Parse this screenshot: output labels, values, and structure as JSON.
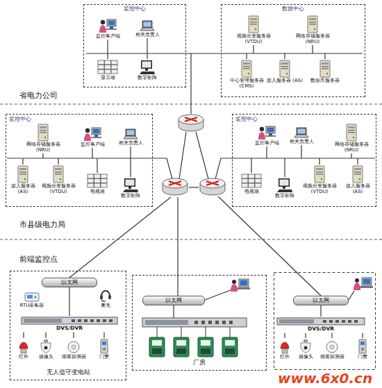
{
  "diagram": {
    "nodes": [
      {
        "text": [
          "监控中心"
        ]
      },
      {
        "text": [
          "监控客户端"
        ],
        "in": 0
      },
      {
        "text": [
          "相关负责人"
        ],
        "in": 0
      },
      {
        "text": [
          "显示墙"
        ],
        "in": 0
      },
      {
        "text": [
          "数字矩阵"
        ],
        "in": 0
      },
      {
        "text": [
          "数据中心"
        ]
      },
      {
        "text": [
          "视频分发服务器 (VTDU)"
        ],
        "in": 5
      },
      {
        "text": [
          "网络存储服务器 (NRU)"
        ],
        "in": 5
      },
      {
        "text": [
          "中心管理服务器 (CMS)"
        ],
        "in": 5
      },
      {
        "text": [
          "接入服务器 (AS)"
        ],
        "in": 5
      },
      {
        "text": [
          "数据库服务器"
        ],
        "in": 5
      },
      {
        "text": [
          "监控中心"
        ]
      },
      {
        "text": [
          "网络存储服务器 (NRU)"
        ],
        "in": 11
      },
      {
        "text": [
          "监控客户端"
        ],
        "in": 11
      },
      {
        "text": [
          "相关负责人"
        ],
        "in": 11
      },
      {
        "text": [
          "接入服务器 (AS)"
        ],
        "in": 11
      },
      {
        "text": [
          "视频分发服务器 (VTDU)"
        ],
        "in": 11
      },
      {
        "text": [
          "电视墙"
        ],
        "in": 11
      },
      {
        "text": [
          "数字矩阵"
        ],
        "in": 11
      },
      {
        "text": [
          "监控中心"
        ]
      },
      {
        "text": [
          "监控客户端"
        ],
        "in": 19
      },
      {
        "text": [
          "相关负责人"
        ],
        "in": 19
      },
      {
        "text": [
          "网络存储服务器 (NRU)"
        ],
        "in": 19
      },
      {
        "text": [
          "电视墙"
        ],
        "in": 19
      },
      {
        "text": [
          "数字矩阵"
        ],
        "in": 19
      },
      {
        "text": [
          "视频分发服务器 (VTDU)"
        ],
        "in": 19
      },
      {
        "text": [
          "接入服务器 (AS)"
        ],
        "in": 19
      },
      {
        "text": [
          "无人值守变电站"
        ]
      },
      {
        "text": [
          "以太网"
        ],
        "in": 27
      },
      {
        "text": [
          "RTU采集器"
        ],
        "in": 27
      },
      {
        "text": [
          "麦克"
        ],
        "in": 27
      },
      {
        "text": [
          "DVS/DVR"
        ],
        "in": 27
      },
      {
        "text": [
          "红外"
        ],
        "in": 27
      },
      {
        "text": [
          "摄像头"
        ],
        "in": 27
      },
      {
        "text": [
          "烟雾探测器"
        ],
        "in": 27
      },
      {
        "text": [
          "门禁"
        ],
        "in": 27
      },
      {
        "text": [
          "厂房"
        ]
      },
      {
        "text": [
          "以太网"
        ],
        "in": 36
      },
      {
        "text": [
          "以太网"
        ]
      },
      {
        "text": [
          "DVS/DVR"
        ]
      },
      {
        "text": [
          "红外"
        ]
      },
      {
        "text": [
          "摄像头"
        ]
      },
      {
        "text": [
          "烟雾探测器"
        ]
      },
      {
        "text": [
          "门禁"
        ]
      }
    ],
    "edges": [
      {
        "from": 28,
        "to": 31,
        "arrow": "none"
      },
      {
        "from": 38,
        "to": 39,
        "arrow": "none"
      }
    ],
    "labels": [
      "省电力公司",
      "市县级电力局",
      "前端监控点",
      "www.6x0.cn"
    ]
  }
}
